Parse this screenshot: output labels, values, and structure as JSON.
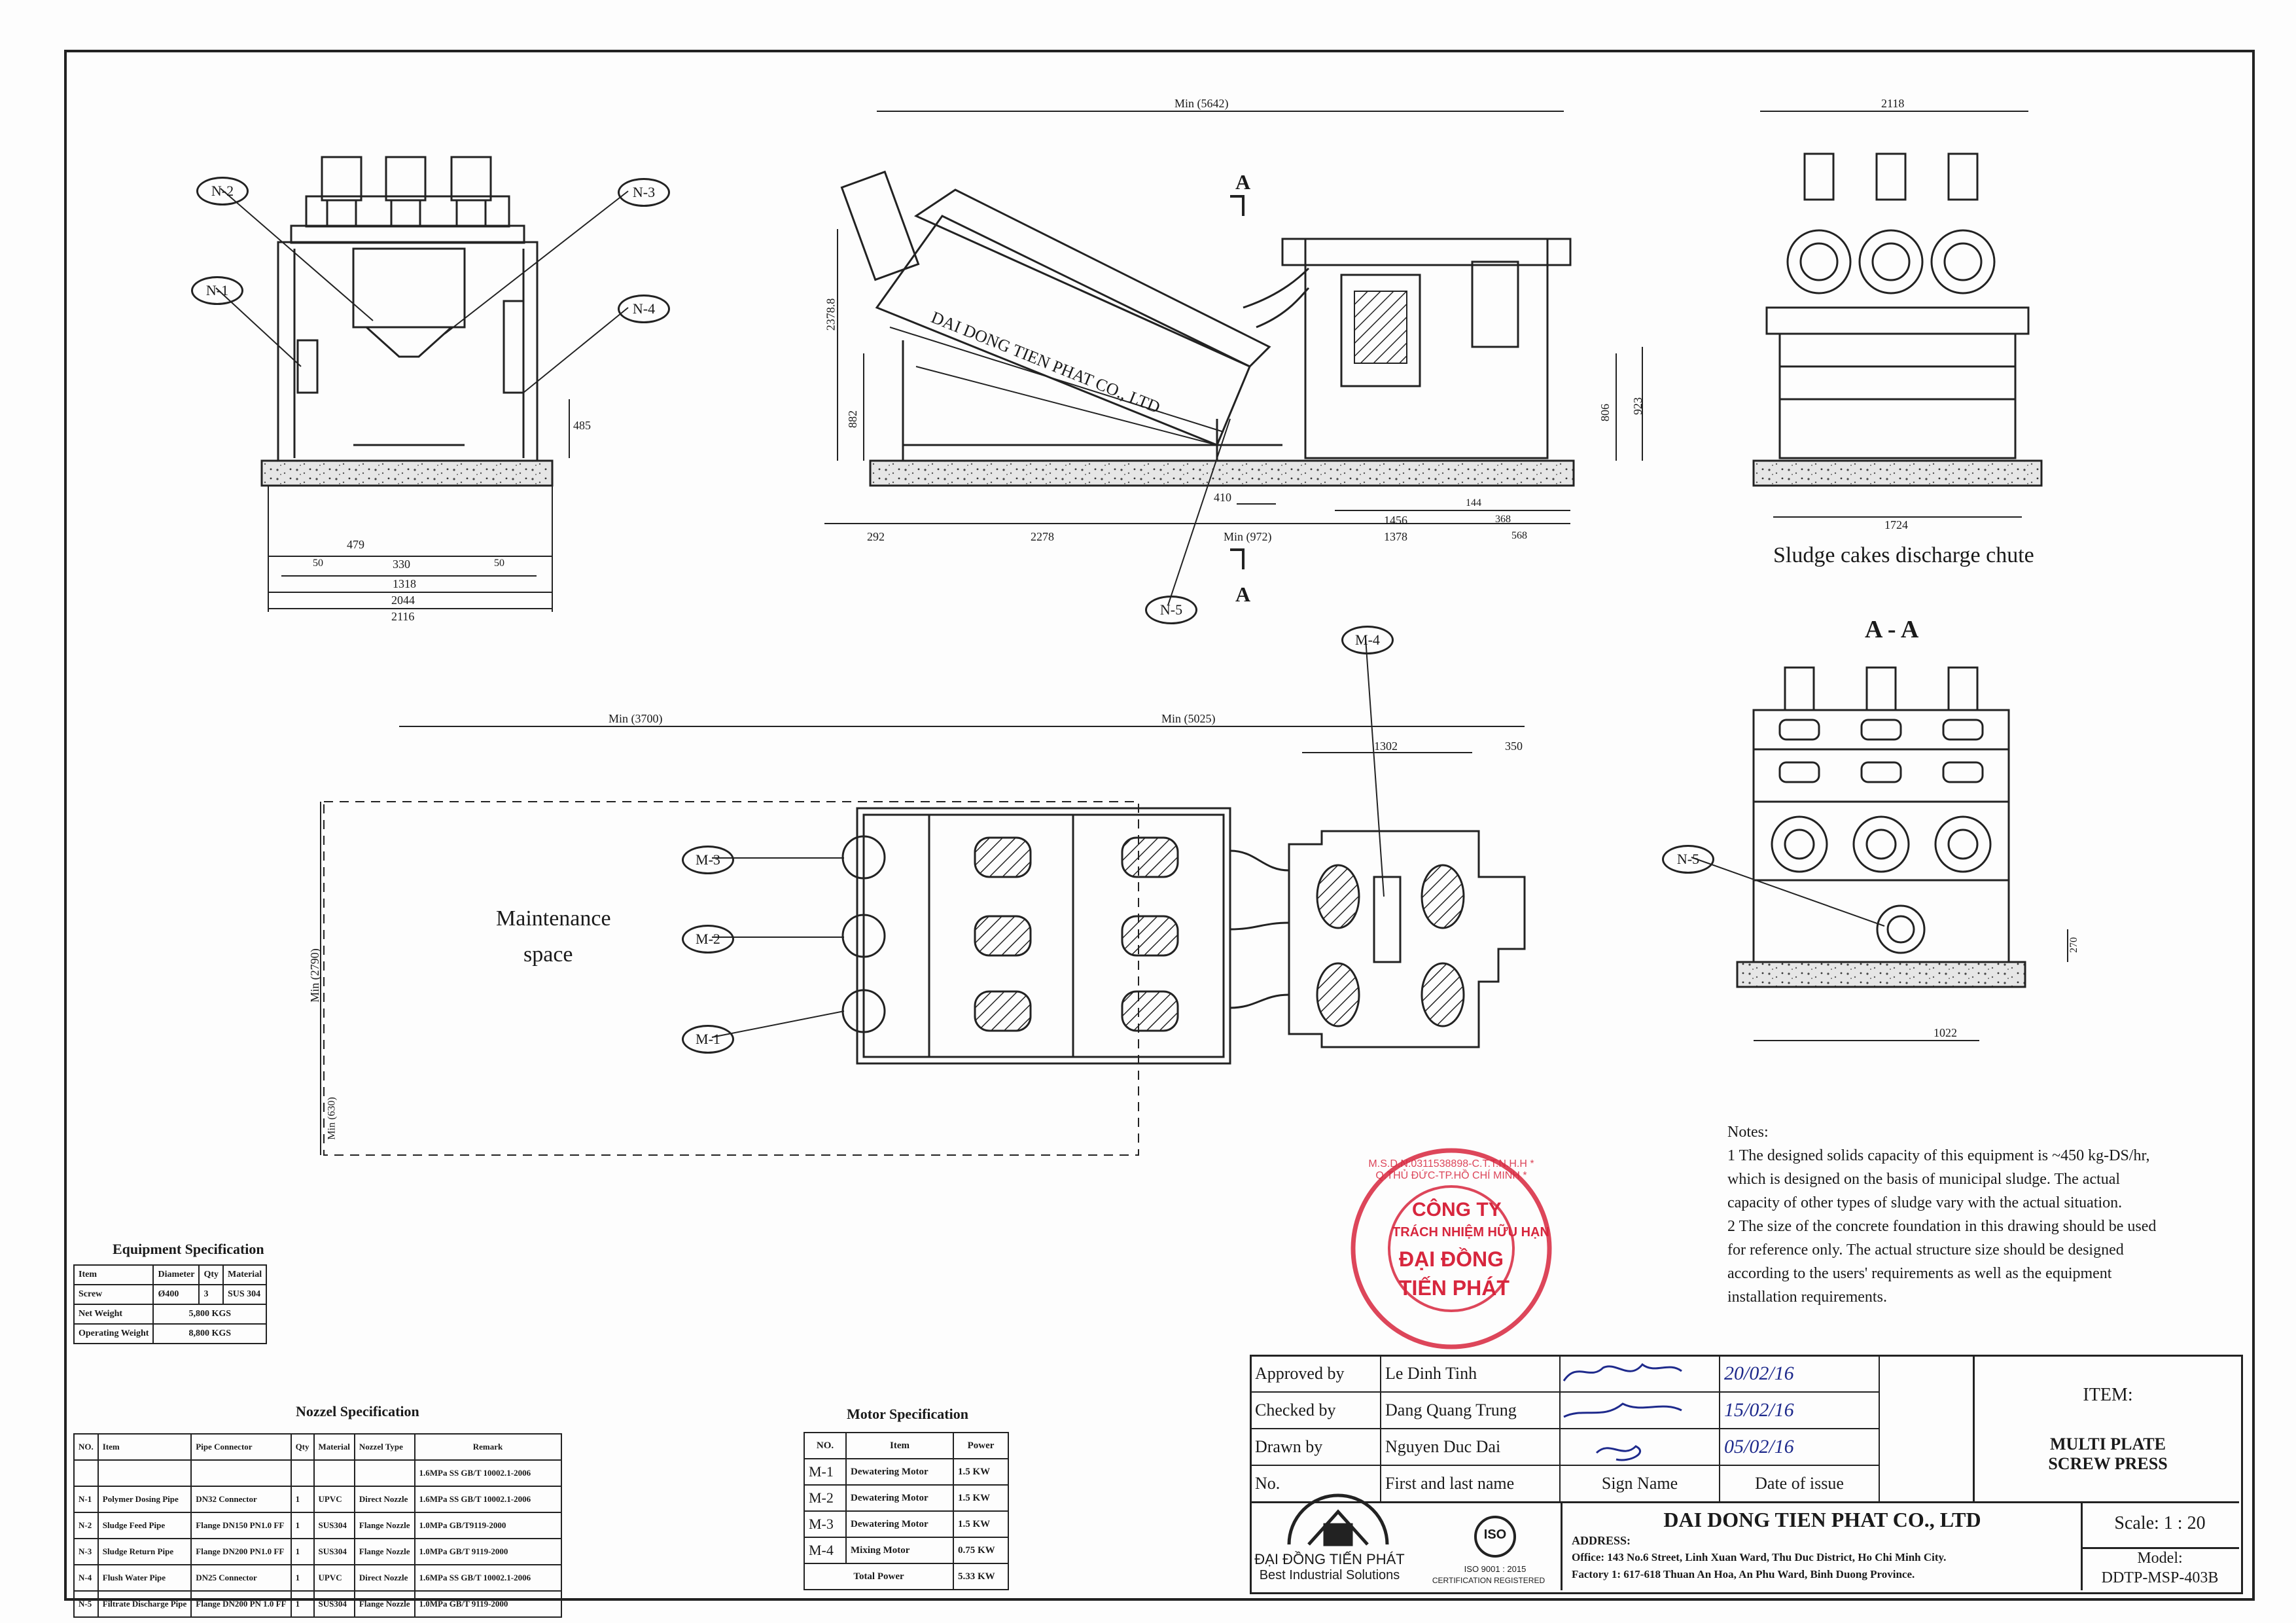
{
  "top_dims": {
    "front_330": "330",
    "front_479": "479",
    "front_1318": "1318",
    "front_2044": "2044",
    "front_2116": "2116",
    "front_485": "485",
    "front_50a": "50",
    "front_50b": "50",
    "side_min5642": "Min (5642)",
    "side_2378": "2378.8",
    "side_882": "882",
    "side_292": "292",
    "side_2278": "2278",
    "side_410": "410",
    "side_min972": "Min (972)",
    "side_1456": "1456",
    "side_1378": "1378",
    "side_144": "144",
    "side_368": "368",
    "side_568": "568",
    "side_806": "806",
    "side_923": "923",
    "right_2118": "2118",
    "right_1724": "1724",
    "plan_min3700": "Min (3700)",
    "plan_min5025": "Min (5025)",
    "plan_1302": "1302",
    "plan_350": "350",
    "plan_min2790": "Min (2790)",
    "plan_min630": "Min (630)",
    "aa_270": "270",
    "aa_1022": "1022"
  },
  "callouts": {
    "n1": "N-1",
    "n2": "N-2",
    "n3": "N-3",
    "n4": "N-4",
    "n5": "N-5",
    "n5b": "N-5",
    "m1": "M-1",
    "m2": "M-2",
    "m3": "M-3",
    "m4": "M-4"
  },
  "section_marks": {
    "a_top": "A",
    "a_bottom": "A",
    "aa_title": "A - A"
  },
  "machine_label": "DAI DONG TIEN PHAT CO., LTD",
  "chute_label": "Sludge cakes discharge chute",
  "maintenance_label": [
    "Maintenance",
    "space"
  ],
  "notes": {
    "title": "Notes:",
    "lines": [
      "1 The designed solids capacity of this equipment is ~450 kg-DS/hr,",
      "which is designed on the basis of municipal sludge. The actual",
      "capacity of other types of sludge vary with the actual situation.",
      "2 The size of the concrete foundation in this drawing should be used",
      "for reference only. The  actual structure size should be designed",
      "according to the users' requirements as well as the equipment",
      "installation requirements."
    ]
  },
  "equipment_spec": {
    "title": "Equipment Specification",
    "headers": [
      "Item",
      "Diameter",
      "Qty",
      "Material"
    ],
    "screw": [
      "Screw",
      "Ø400",
      "3",
      "SUS 304"
    ],
    "net_weight": [
      "Net Weight",
      "5,800 KGS"
    ],
    "operating_weight": [
      "Operating Weight",
      "8,800 KGS"
    ]
  },
  "nozzle_spec": {
    "title": "Nozzel Specification",
    "headers": [
      "NO.",
      "Item",
      "Pipe Connector",
      "Qty",
      "Material",
      "Nozzel Type",
      "Remark"
    ],
    "pre_remark": "1.6MPa SS GB/T 10002.1-2006",
    "rows": [
      [
        "N-1",
        "Polymer Dosing Pipe",
        "DN32 Connector",
        "1",
        "UPVC",
        "Direct Nozzle",
        "1.6MPa SS GB/T 10002.1-2006"
      ],
      [
        "N-2",
        "Sludge Feed Pipe",
        "Flange DN150 PN1.0 FF",
        "1",
        "SUS304",
        "Flange Nozzle",
        "1.0MPa  GB/T9119-2000"
      ],
      [
        "N-3",
        "Sludge Return Pipe",
        "Flange DN200 PN1.0 FF",
        "1",
        "SUS304",
        "Flange Nozzle",
        "1.0MPa  GB/T 9119-2000"
      ],
      [
        "N-4",
        "Flush Water Pipe",
        "DN25 Connector",
        "1",
        "UPVC",
        "Direct Nozzle",
        "1.6MPa SS GB/T 10002.1-2006"
      ],
      [
        "N-5",
        "Filtrate Discharge Pipe",
        "Flange DN200 PN 1.0 FF",
        "1",
        "SUS304",
        "Flange Nozzle",
        "1.0MPa  GB/T 9119-2000"
      ]
    ]
  },
  "motor_spec": {
    "title": "Motor Specification",
    "headers": [
      "NO.",
      "Item",
      "Power"
    ],
    "rows": [
      [
        "M-1",
        "Dewatering Motor",
        "1.5 KW"
      ],
      [
        "M-2",
        "Dewatering Motor",
        "1.5 KW"
      ],
      [
        "M-3",
        "Dewatering Motor",
        "1.5 KW"
      ],
      [
        "M-4",
        "Mixing Motor",
        "0.75 KW"
      ]
    ],
    "total": [
      "Total Power",
      "5.33 KW"
    ]
  },
  "stamp": {
    "ring": "M.S.D.N:0311538898-C.T.T.N.H.H * Q.THỦ ĐỨC-TP.HỒ CHÍ MINH *",
    "line1": "CÔNG TY",
    "line2": "TRÁCH NHIỆM HỮU HẠN",
    "line3": "ĐẠI ĐỒNG",
    "line4": "TIẾN PHÁT"
  },
  "title_block": {
    "approved_label": "Approved by",
    "approved_name": "Le Dinh Tinh",
    "approved_date": "20/02/16",
    "checked_label": "Checked by",
    "checked_name": "Dang Quang Trung",
    "checked_date": "15/02/16",
    "drawn_label": "Drawn by",
    "drawn_name": "Nguyen Duc Dai",
    "drawn_date": "05/02/16",
    "no_label": "No.",
    "first_last_label": "First and last name",
    "sign_label": "Sign Name",
    "date_label": "Date of issue",
    "item_label": "ITEM:",
    "item_value_1": "MULTI PLATE",
    "item_value_2": "SCREW PRESS",
    "company": "DAI DONG TIEN PHAT CO., LTD",
    "address_label": "ADDRESS:",
    "office": "Office: 143 No.6 Street, Linh Xuan Ward, Thu Duc District, Ho Chi Minh City.",
    "factory": "Factory 1: 617-618 Thuan An Hoa, An Phu Ward, Binh Duong Province.",
    "scale": "Scale: 1 : 20",
    "model_label": "Model:",
    "model_value": "DDTP-MSP-403B",
    "logo_name": "ĐẠI ĐỒNG TIẾN PHÁT",
    "logo_tagline": "Best Industrial Solutions",
    "iso_mark": "ISO",
    "iso_text": "ISO 9001 : 2015",
    "iso_cert": "CERTIFICATION REGISTERED"
  }
}
